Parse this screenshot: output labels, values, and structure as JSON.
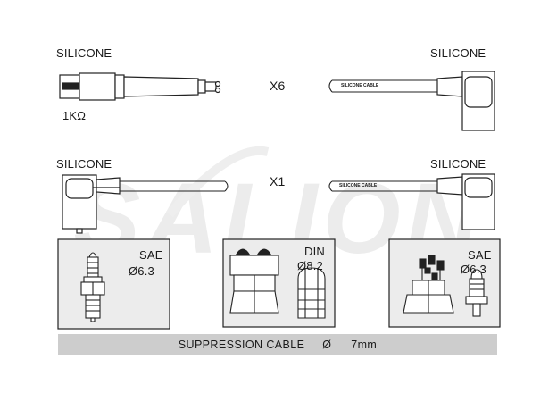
{
  "watermark": {
    "text": "SALION",
    "color": "#e6e6e6"
  },
  "rows": [
    {
      "left_label": "SILICONE",
      "resistor_label": "1KΩ",
      "multiplier": "X6",
      "right_label": "SILICONE",
      "cable_print": "SILICONE CABLE"
    },
    {
      "left_label": "SILICONE",
      "multiplier": "X1",
      "right_label": "SILICONE",
      "cable_print": "SILICONE CABLE"
    }
  ],
  "panels": [
    {
      "standard": "SAE",
      "size": "Ø6.3"
    },
    {
      "standard": "DIN",
      "size": "Ø8.2"
    },
    {
      "standard": "SAE",
      "size": "Ø6.3"
    }
  ],
  "banner": {
    "label": "SUPPRESSION CABLE",
    "symbol": "Ø",
    "size": "7mm"
  },
  "colors": {
    "banner_bg": "#cdcdcd",
    "panel_bg": "#ebebeb",
    "line": "#222222"
  }
}
